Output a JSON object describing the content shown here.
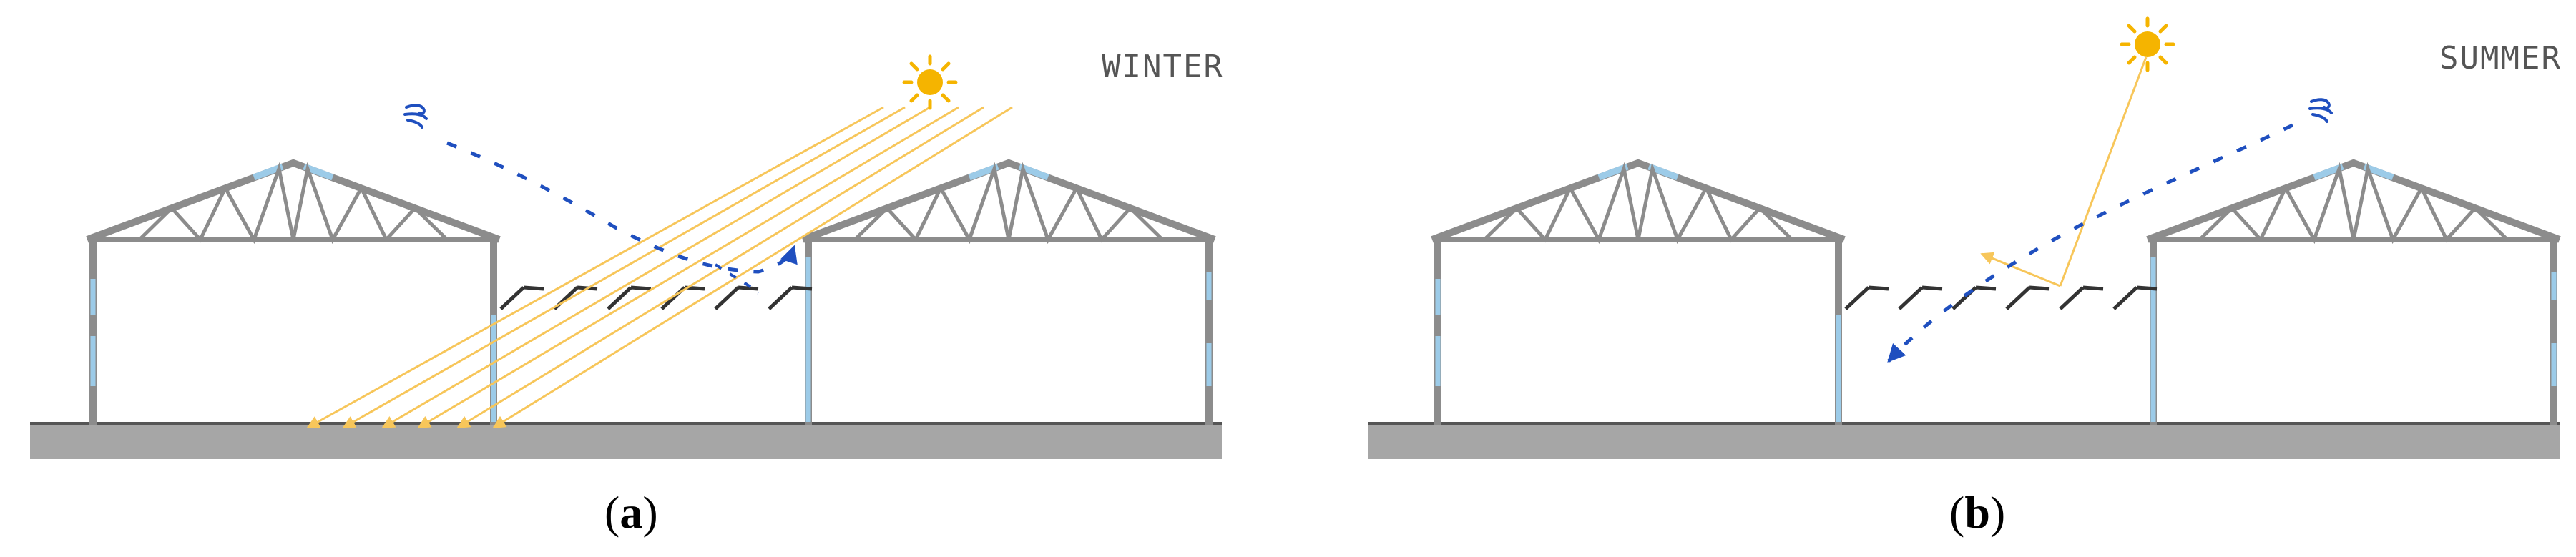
{
  "panels": [
    {
      "id": "a",
      "season": "WINTER",
      "caption_letter": "a"
    },
    {
      "id": "b",
      "season": "SUMMER",
      "caption_letter": "b"
    }
  ],
  "colors": {
    "structure": "#8c8c8c",
    "ground": "#a6a6a6",
    "glazing": "#9ccbe8",
    "sun": "#f5b400",
    "sun_ray": "#f7c65a",
    "wind": "#1f4fbf",
    "louver": "#333333"
  },
  "icons": {
    "sun": "sun-icon",
    "wind": "wind-icon"
  }
}
